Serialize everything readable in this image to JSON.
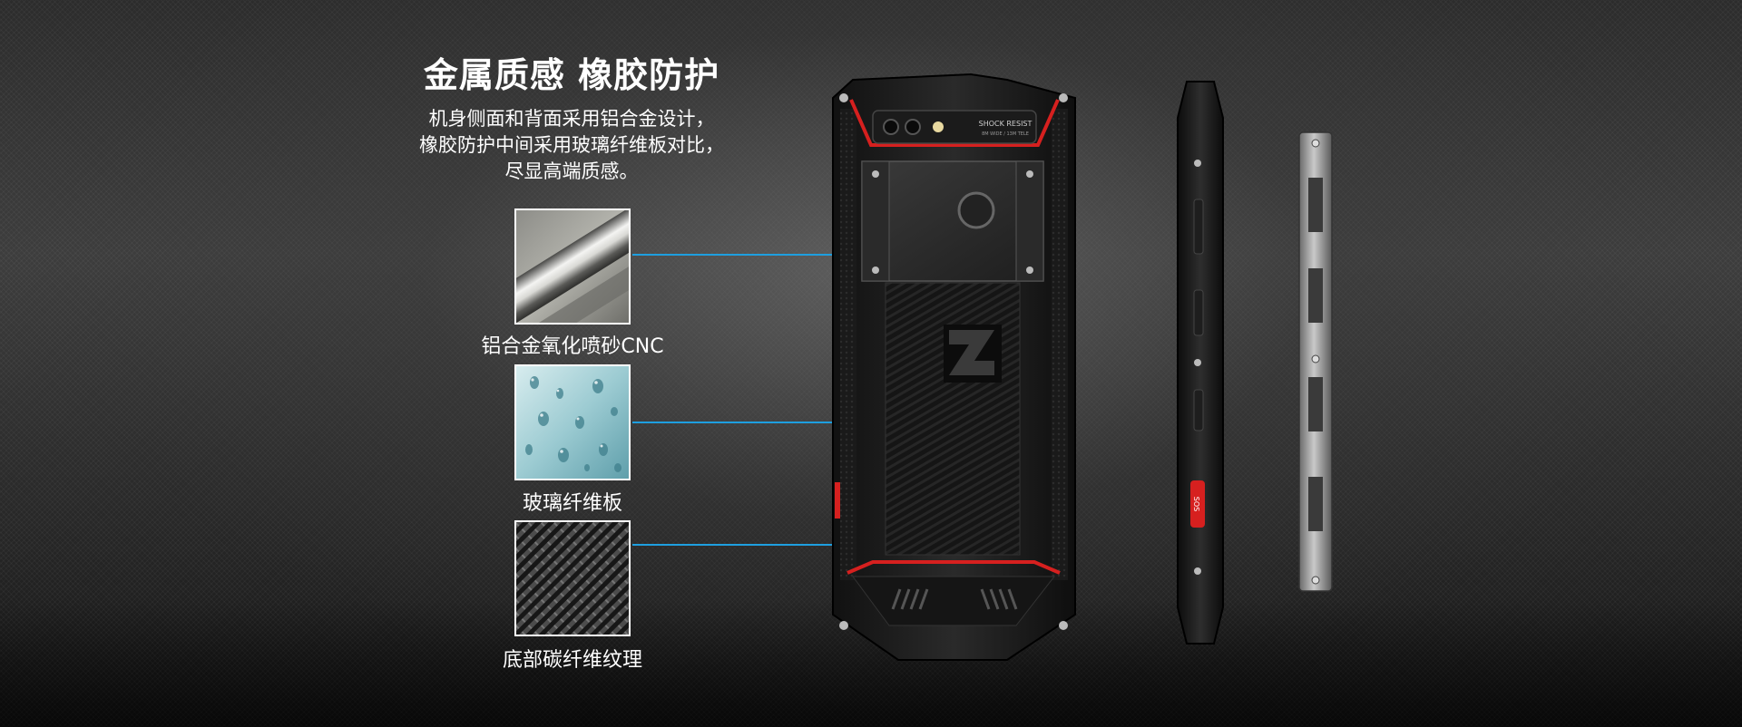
{
  "headline": "金属质感 橡胶防护",
  "description": [
    "机身侧面和背面采用铝合金设计，",
    "橡胶防护中间采用玻璃纤维板对比，",
    "尽显高端质感。"
  ],
  "materials": [
    {
      "label": "铝合金氧化喷砂CNC",
      "icon": "metal-rod-texture"
    },
    {
      "label": "玻璃纤维板",
      "icon": "water-droplet-texture"
    },
    {
      "label": "底部碳纤维纹理",
      "icon": "carbon-fiber-texture"
    }
  ],
  "phone": {
    "camera_text": "SHOCK RESIST",
    "camera_subtext": "8M WIDE / 13M TELE",
    "side_button_text": "SOS"
  },
  "colors": {
    "leader_line": "#1e9fe0",
    "accent_red": "#d6201f"
  }
}
